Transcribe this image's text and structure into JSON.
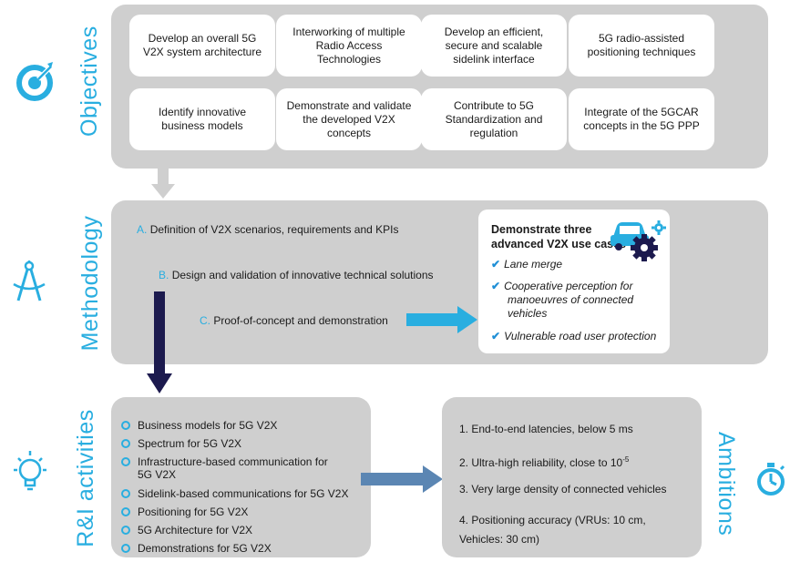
{
  "labels": {
    "objectives": "Objectives",
    "methodology": "Methodology",
    "ri": "R&I activities",
    "ambitions": "Ambitions"
  },
  "objectives": [
    "Develop an overall 5G V2X system architecture",
    "Interworking of multiple Radio Access Technologies",
    "Develop an efficient, secure and scalable sidelink interface",
    "5G radio-assisted positioning techniques",
    "Identify innovative business models",
    "Demonstrate and validate the developed V2X concepts",
    "Contribute to 5G Standardization and regulation",
    "Integrate of the 5GCAR concepts in the 5G PPP"
  ],
  "methodology": {
    "steps": [
      {
        "letter": "A.",
        "text": "Definition of V2X scenarios, requirements and KPIs"
      },
      {
        "letter": "B.",
        "text": "Design and validation of innovative technical solutions"
      },
      {
        "letter": "C.",
        "text": "Proof-of-concept and demonstration"
      }
    ],
    "use_cases_title_1": "Demonstrate three",
    "use_cases_title_2": "advanced V2X use cases",
    "use_cases": [
      [
        "Lane merge"
      ],
      [
        "Cooperative perception for",
        "manoeuvres of connected",
        "vehicles"
      ],
      [
        "Vulnerable road user protection"
      ]
    ]
  },
  "ri_activities": [
    [
      "Business models for 5G V2X"
    ],
    [
      "Spectrum for 5G V2X"
    ],
    [
      "Infrastructure-based communication for",
      "5G V2X"
    ],
    [
      "Sidelink-based communications for 5G V2X"
    ],
    [
      "Positioning for 5G V2X"
    ],
    [
      "5G Architecture for V2X"
    ],
    [
      "Demonstrations for 5G V2X"
    ]
  ],
  "ambitions": {
    "a1": "1. End-to-end latencies, below 5 ms",
    "a2_text": "2. Ultra-high reliability, close to 10",
    "a2_sup": "-5",
    "a3": "3. Very large density of connected vehicles",
    "a4_line1": "4. Positioning accuracy (VRUs: 10 cm,",
    "a4_line2": "Vehicles: 30 cm)"
  },
  "colors": {
    "accent": "#29aee0",
    "panel": "#cfcfcf",
    "dark_arrow": "#1c1a4e",
    "light_arrow": "#29aee0",
    "steel_arrow": "#5b86b3"
  }
}
